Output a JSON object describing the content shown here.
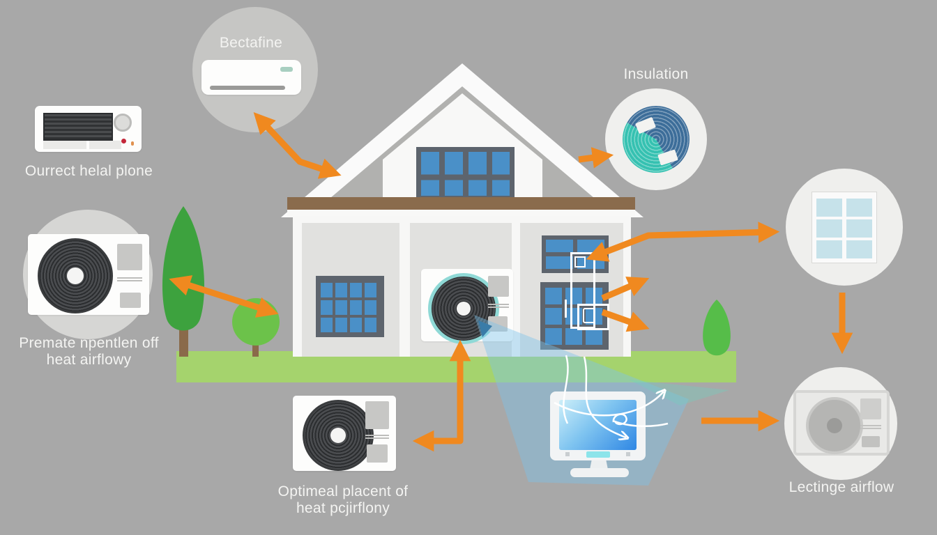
{
  "colors": {
    "background": "#a8a8a8",
    "accent_orange": "#f0891f",
    "grass_green": "#a5d36d",
    "tree_dark_green": "#3da23e",
    "bush_light_green": "#6cc24a",
    "window_blue": "#4a90c8",
    "window_frame_gray": "#5d646d",
    "teal_fan_ring": "#8fd9d6",
    "insulation_blue": "#3c6d99",
    "insulation_teal": "#35c1b1",
    "beam_blue": "#7cc3eb",
    "roof_beam_brown": "#8a6b4c",
    "label_text": "#f4f4f2"
  },
  "labels": {
    "top_center_unit": "Bectafine",
    "top_left_unit": "Ourrect helal plone",
    "insulation": "Insulation",
    "left_unit_line1": "Premate npentlen off",
    "left_unit_line2": "heat airflowy",
    "bottom_center_unit_line1": "Optimeal placent of",
    "bottom_center_unit_line2": "heat pcjirflony",
    "bottom_right_unit": "Lectinge airflow"
  },
  "icons": {
    "wall_heater": "wall-heater-illustration",
    "mini_split_ac": "mini-split-ac-illustration",
    "insulation_roll": "insulation-roll-illustration",
    "heat_pump": "heat-pump-outdoor-unit-illustration",
    "window": "window-illustration",
    "tree": "tree-illustration",
    "monitor": "computer-monitor-illustration",
    "arrow": "orange-arrow",
    "airflow": "white-airflow-line"
  }
}
